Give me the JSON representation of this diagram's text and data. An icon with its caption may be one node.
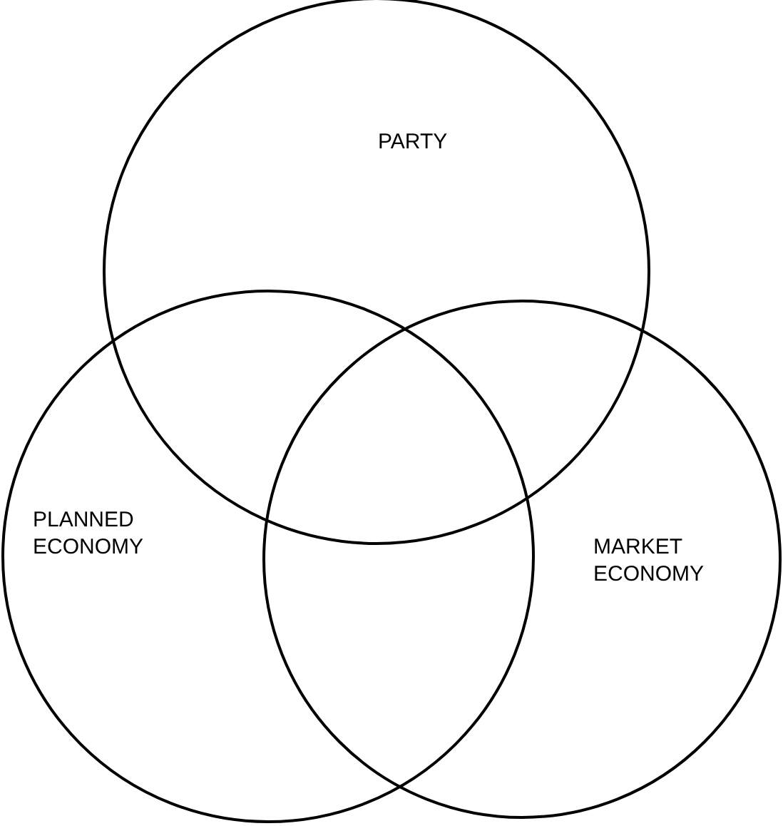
{
  "diagram": {
    "nodes": [
      {
        "text": [
          "PARTY"
        ]
      },
      {
        "text": [
          "PLANNED ECONOMY"
        ]
      },
      {
        "text": [
          "MARKET ECONOMY"
        ]
      }
    ]
  }
}
